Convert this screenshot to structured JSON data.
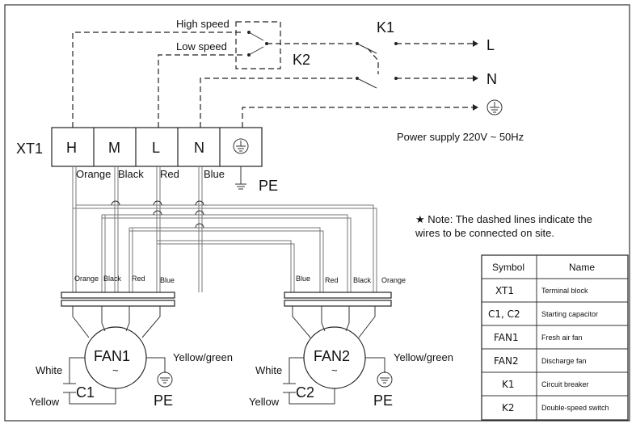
{
  "terminal_block": {
    "label": "XT1",
    "terminals": [
      "H",
      "M",
      "L",
      "N"
    ],
    "wire_colors": [
      "Orange",
      "Black",
      "Red",
      "Blue"
    ]
  },
  "switches": {
    "high_speed": "High speed",
    "low_speed": "Low speed",
    "k1": "K1",
    "k2": "K2"
  },
  "supply": {
    "L": "L",
    "N": "N",
    "text": "Power supply 220V ~ 50Hz",
    "pe": "PE"
  },
  "note": {
    "line1": "★ Note: The dashed lines indicate the",
    "line2": "wires to be connected on site."
  },
  "fan_wires": {
    "fan1": [
      "Orange",
      "Black",
      "Red",
      "Blue"
    ],
    "fan2": [
      "Blue",
      "Red",
      "Black",
      "Orange"
    ]
  },
  "fans": [
    {
      "name": "FAN1",
      "capacitor": "C1",
      "white": "White",
      "yellow": "Yellow",
      "ground_label": "Yellow/green",
      "pe": "PE",
      "symbol": "~"
    },
    {
      "name": "FAN2",
      "capacitor": "C2",
      "white": "White",
      "yellow": "Yellow",
      "ground_label": "Yellow/green",
      "pe": "PE",
      "symbol": "~"
    }
  ],
  "legend": {
    "header_symbol": "Symbol",
    "header_name": "Name",
    "rows": [
      {
        "symbol": "XT1",
        "name": "Terminal block"
      },
      {
        "symbol": "C1, C2",
        "name": "Starting capacitor"
      },
      {
        "symbol": "FAN1",
        "name": "Fresh air fan"
      },
      {
        "symbol": "FAN2",
        "name": "Discharge fan"
      },
      {
        "symbol": "K1",
        "name": "Circuit breaker"
      },
      {
        "symbol": "K2",
        "name": "Double-speed switch"
      }
    ]
  }
}
